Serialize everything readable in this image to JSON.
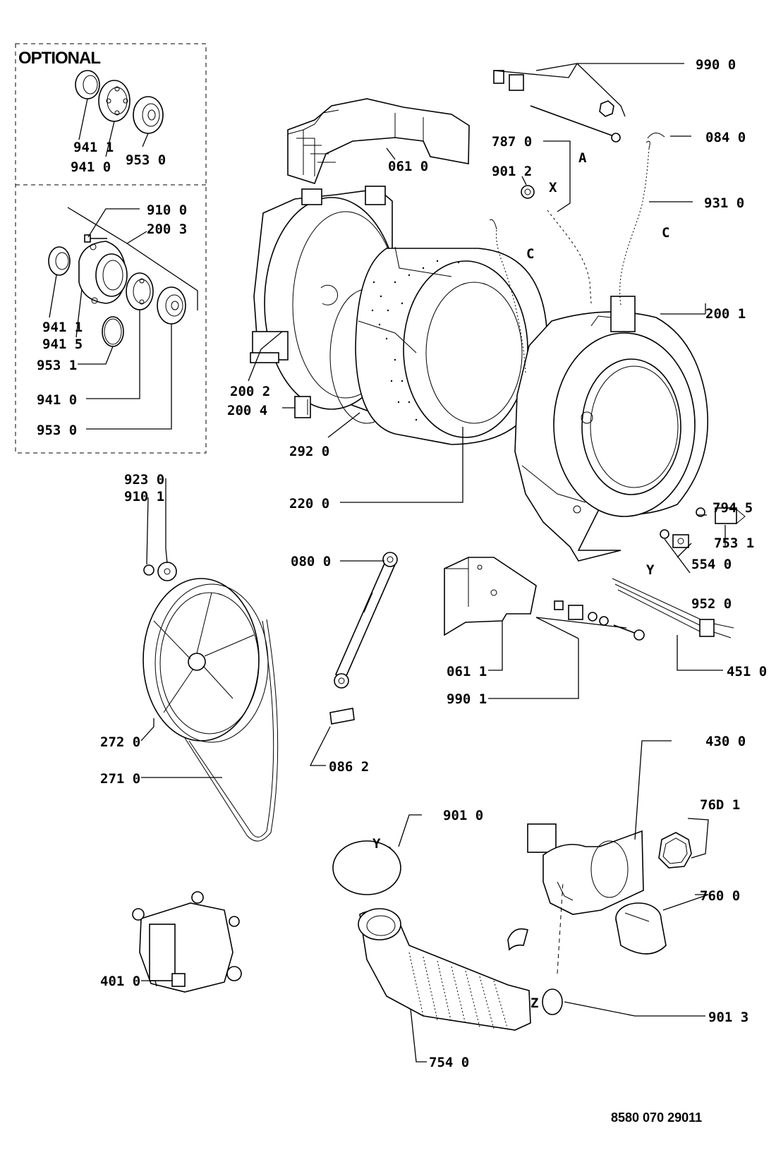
{
  "optional_box": {
    "title": "OPTIONAL"
  },
  "labels": {
    "p941_1_top": "941 1",
    "p941_0_top": "941 0",
    "p953_0_top": "953 0",
    "p910_0": "910 0",
    "p200_3": "200 3",
    "p941_1": "941 1",
    "p941_5": "941 5",
    "p953_1": "953 1",
    "p941_0": "941 0",
    "p953_0": "953 0",
    "p061_0": "061 0",
    "p990_0": "990 0",
    "p084_0": "084 0",
    "p787_0": "787 0",
    "p901_2": "901 2",
    "p931_0": "931 0",
    "p200_1": "200 1",
    "p200_2": "200 2",
    "p200_4": "200 4",
    "p292_0": "292 0",
    "p220_0": "220 0",
    "p923_0": "923 0",
    "p910_1": "910 1",
    "p080_0": "080 0",
    "p794_5": "794 5",
    "p753_1": "753 1",
    "p554_0": "554 0",
    "p952_0": "952 0",
    "p451_0": "451 0",
    "p061_1": "061 1",
    "p990_1": "990 1",
    "p272_0": "272 0",
    "p271_0": "271 0",
    "p086_2": "086 2",
    "p430_0": "430 0",
    "p901_0": "901 0",
    "p760_1": "76D 1",
    "p760_0": "760 0",
    "p401_0": "401 0",
    "p901_3": "901 3",
    "p754_0": "754 0"
  },
  "letters": {
    "a": "A",
    "x": "X",
    "c1": "C",
    "c2": "C",
    "y1": "Y",
    "y2": "Y",
    "z": "Z"
  },
  "drawing_number": "8580 070 29011"
}
